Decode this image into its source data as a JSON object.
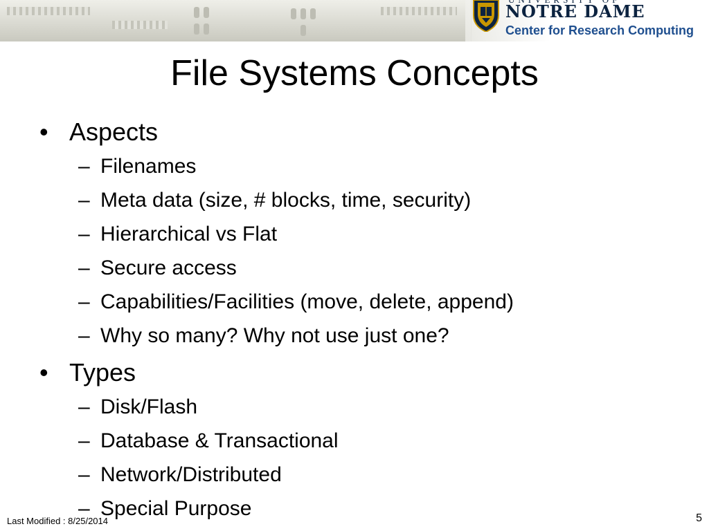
{
  "header": {
    "logo_university": "UNIVERSITY OF",
    "logo_name": "NOTRE DAME",
    "logo_subtitle": "Center for Research Computing"
  },
  "slide": {
    "title": "File Systems Concepts",
    "bullets": [
      {
        "label": "Aspects",
        "subitems": [
          "Filenames",
          "Meta data (size, # blocks, time, security)",
          "Hierarchical vs Flat",
          "Secure access",
          "Capabilities/Facilities (move, delete, append)",
          "Why so many? Why not use just one?"
        ]
      },
      {
        "label": "Types",
        "subitems": [
          "Disk/Flash",
          "Database & Transactional",
          "Network/Distributed",
          "Special Purpose"
        ]
      }
    ],
    "l1_marker": "•",
    "l2_marker": "–"
  },
  "footer": {
    "last_modified": "Last Modified : 8/25/2014",
    "page_number": "5"
  },
  "colors": {
    "navy": "#0c2340",
    "crc_blue": "#1f4f8f",
    "seal_gold": "#c99700"
  }
}
